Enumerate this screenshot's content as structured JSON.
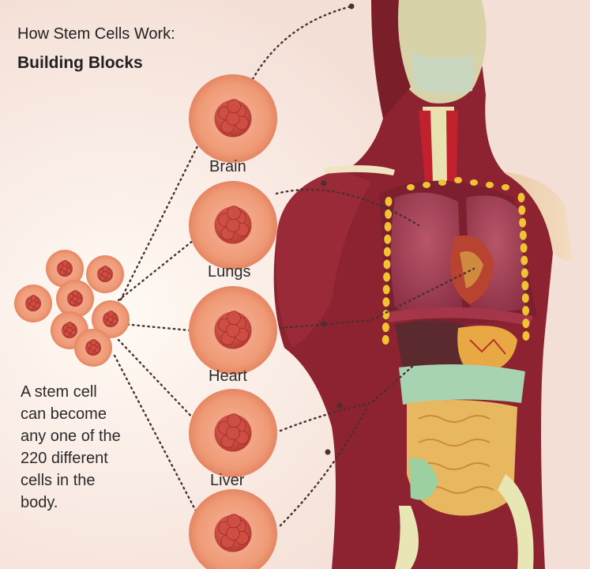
{
  "title": "How Stem Cells Work:",
  "subtitle": "Building Blocks",
  "caption_lines": [
    "A stem cell",
    "can become",
    "any one of the",
    "220 different",
    "cells in the",
    "body."
  ],
  "organs": [
    "Brain",
    "Lungs",
    "Heart",
    "Liver"
  ],
  "colors": {
    "background": "#f7e6df",
    "cell_outer": "#f0a07e",
    "cell_core": "#d24a3a",
    "dots": "#4a3030",
    "muscle": "#8a1f2c",
    "lung": "#a0404f",
    "liver": "#5a2a2a",
    "intestine": "#e8b860",
    "stomach": "#a6d4b0"
  }
}
